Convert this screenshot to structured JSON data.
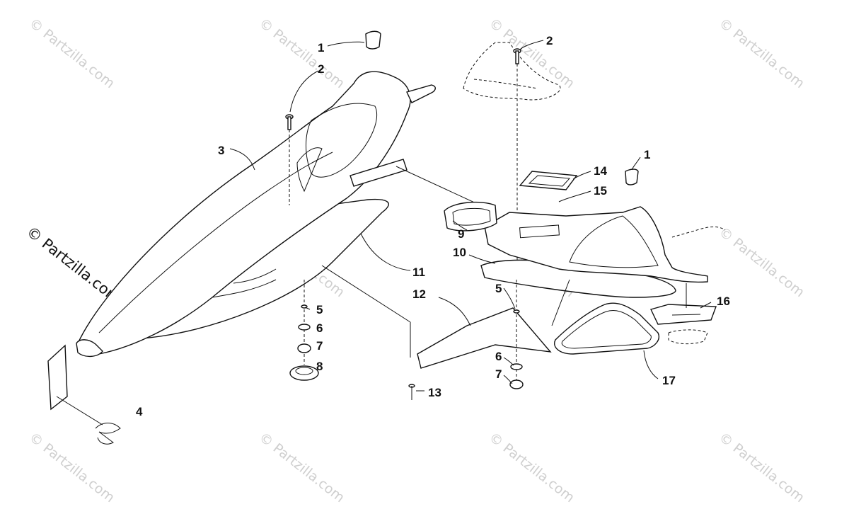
{
  "watermark": {
    "text": "© Partzilla.com",
    "side_text": "© Partzilla.com"
  },
  "callouts": [
    {
      "id": "c1a",
      "label": "1"
    },
    {
      "id": "c2a",
      "label": "2"
    },
    {
      "id": "c3",
      "label": "3"
    },
    {
      "id": "c4",
      "label": "4"
    },
    {
      "id": "c5a",
      "label": "5"
    },
    {
      "id": "c6a",
      "label": "6"
    },
    {
      "id": "c7a",
      "label": "7"
    },
    {
      "id": "c8",
      "label": "8"
    },
    {
      "id": "c11",
      "label": "11"
    },
    {
      "id": "c12",
      "label": "12"
    },
    {
      "id": "c13",
      "label": "13"
    },
    {
      "id": "c2b",
      "label": "2"
    },
    {
      "id": "c14",
      "label": "14"
    },
    {
      "id": "c15",
      "label": "15"
    },
    {
      "id": "c1b",
      "label": "1"
    },
    {
      "id": "c9",
      "label": "9"
    },
    {
      "id": "c10",
      "label": "10"
    },
    {
      "id": "c5b",
      "label": "5"
    },
    {
      "id": "c6b",
      "label": "6"
    },
    {
      "id": "c7b",
      "label": "7"
    },
    {
      "id": "c16",
      "label": "16"
    },
    {
      "id": "c17",
      "label": "17"
    }
  ]
}
